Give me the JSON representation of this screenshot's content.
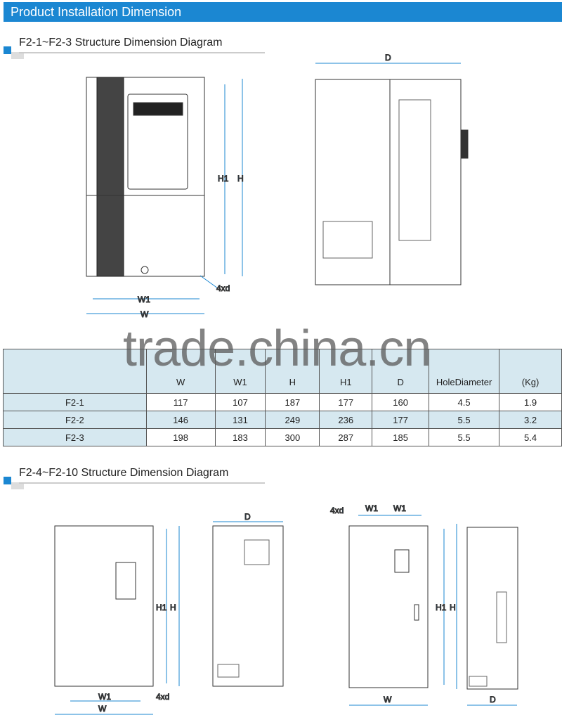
{
  "header": {
    "title": "Product Installation Dimension"
  },
  "section1": {
    "title": "F2-1~F2-3 Structure Dimension Diagram",
    "labels": {
      "d": "D",
      "h1": "H1",
      "h": "H",
      "w1": "W1",
      "w": "W",
      "holes": "4xd"
    }
  },
  "table": {
    "columns": [
      "",
      "W",
      "W1",
      "H",
      "H1",
      "D",
      "HoleDiameter",
      "(Kg)"
    ],
    "rows": [
      [
        "F2-1",
        "117",
        "107",
        "187",
        "177",
        "160",
        "4.5",
        "1.9"
      ],
      [
        "F2-2",
        "146",
        "131",
        "249",
        "236",
        "177",
        "5.5",
        "3.2"
      ],
      [
        "F2-3",
        "198",
        "183",
        "300",
        "287",
        "185",
        "5.5",
        "5.4"
      ]
    ]
  },
  "section2": {
    "title": "F2-4~F2-10 Structure Dimension Diagram",
    "labels": {
      "h1": "H1",
      "h": "H",
      "w1": "W1",
      "w": "W",
      "holes": "4xd",
      "d": "D",
      "w1b": "W1",
      "w1c": "W1",
      "holes2": "4xd",
      "h1b": "H1",
      "hb": "H",
      "wb": "W",
      "db": "D"
    }
  },
  "watermark": "trade.china.cn",
  "colors": {
    "accent": "#1b87d2",
    "table_fill": "#d6e8f0"
  }
}
